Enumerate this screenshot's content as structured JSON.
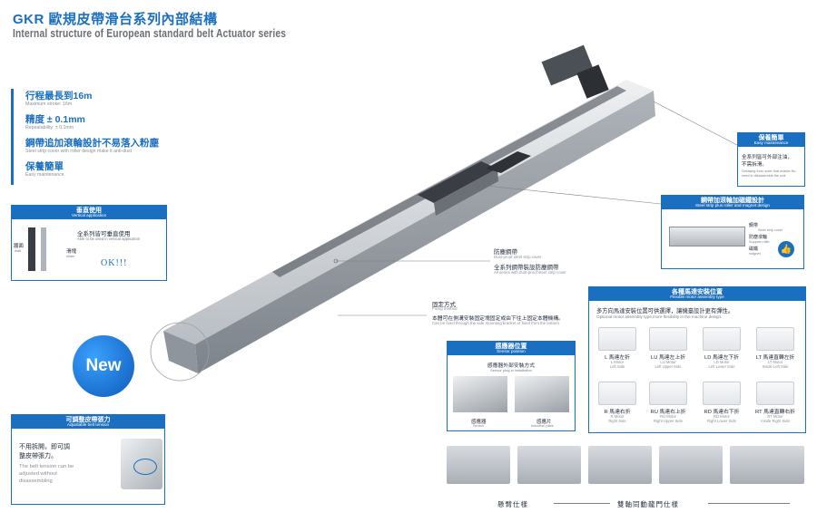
{
  "header": {
    "title": "GKR 歐規皮帶滑台系列內部結構",
    "subtitle": "Internal structure of European standard belt Actuator series"
  },
  "features": [
    {
      "cn": "行程最長到16m",
      "en": "Maximum stroke: 16m"
    },
    {
      "cn": "精度 ± 0.1mm",
      "en": "Repeatability: ± 0.1mm"
    },
    {
      "cn": "鋼帶追加滾輪設計不易落入粉塵",
      "en": "Steel strip cover with roller design make it anti-dust"
    },
    {
      "cn": "保養簡單",
      "en": "Easy maintenance"
    }
  ],
  "vertical_box": {
    "title_cn": "垂直使用",
    "title_en": "Vertical application",
    "desc_cn": "全系列皆可垂直使用",
    "desc_en": "Able to be used in vertical application",
    "wall_cn": "牆面",
    "wall_en": "wall",
    "slider_cn": "滑塊",
    "slider_en": "slider",
    "ok": "OK!!!"
  },
  "new_badge": "New",
  "tension_box": {
    "title_cn": "可調整皮帶張力",
    "title_en": "Adjustable belt tension",
    "desc_cn_1": "不用拆開，即可調",
    "desc_cn_2": "整皮帶張力。",
    "desc_en": "The belt tension can be adjusted without disassembling"
  },
  "maintenance_box": {
    "title_cn": "保養簡單",
    "title_en": "Easy maintenance",
    "desc_cn_1": "全系列皆可外部注油，",
    "desc_cn_2": "不需拆滑。",
    "desc_en": "Greasing from outer that enable No need to disassemble the unit"
  },
  "steel_strip_box": {
    "title_cn": "鋼帶加滾輪加磁鐵設計",
    "title_en": "Steel strip plus roller and magnet design",
    "labels": [
      {
        "cn": "鋼帶",
        "en": "Steel strip cover"
      },
      {
        "cn": "防塵滾輪",
        "en": "Support roller"
      },
      {
        "cn": "磁鐵",
        "en": "magnet"
      }
    ]
  },
  "callouts": {
    "dust_cn": "防塵鋼帶",
    "dust_en": "Dust-proof steel strip cover",
    "dust_all_cn": "全系列鋼帶裝設防塵鋼帶",
    "dust_all_en": "All series with dust-proof steel strip cover",
    "fix_cn": "固定方式",
    "fix_en": "Fixing method",
    "fix_desc_cn": "本體可在側溝安裝固定塊固定或由下往上固定本體機構。",
    "fix_desc_en": "Can be fixed through the side mounting bracket or fixed from the bottom"
  },
  "sensor_box": {
    "title_cn": "感應器位置",
    "title_en": "Sensor position",
    "sub_cn": "感應器外部安裝方式",
    "sub_en": "Sensor plug-in installation",
    "left_cn": "感應器",
    "left_en": "Sensor",
    "right_cn": "感應片",
    "right_en": "Induction plate"
  },
  "motor_box": {
    "title_cn": "各種馬達安裝位置",
    "title_en": "Flexible motor assembly type",
    "desc_cn": "多方向馬達安裝位置可供選擇，讓機臺設計更有彈性。",
    "desc_en": "Optional motor assembly type,more flexibility in the machine design.",
    "items": [
      {
        "code": "L 馬達左折",
        "en1": "L Motor",
        "en2": "Left Side"
      },
      {
        "code": "LU 馬達左上折",
        "en1": "LU Motor",
        "en2": "Left Upper Side"
      },
      {
        "code": "LD 馬達左下折",
        "en1": "LD Motor",
        "en2": "Left Lower Side"
      },
      {
        "code": "LT 馬達直轉左折",
        "en1": "LT Motor",
        "en2": "Inside Left Side"
      },
      {
        "code": "R 馬達右折",
        "en1": "R Motor",
        "en2": "Right Side"
      },
      {
        "code": "RU 馬達右上折",
        "en1": "RU Motor",
        "en2": "Right Upper Side"
      },
      {
        "code": "RD 馬達右下折",
        "en1": "RD Motor",
        "en2": "Right Lower Side"
      },
      {
        "code": "RT 馬達直轉右折",
        "en1": "RT Motor",
        "en2": "Inside Right Side"
      }
    ]
  },
  "gantry": {
    "label_1": "懸臂仕樣",
    "label_2": "雙軸同動龍門仕樣"
  },
  "colors": {
    "brand_blue": "#1b6fc0",
    "rail_silver": "#c8ccd1"
  }
}
